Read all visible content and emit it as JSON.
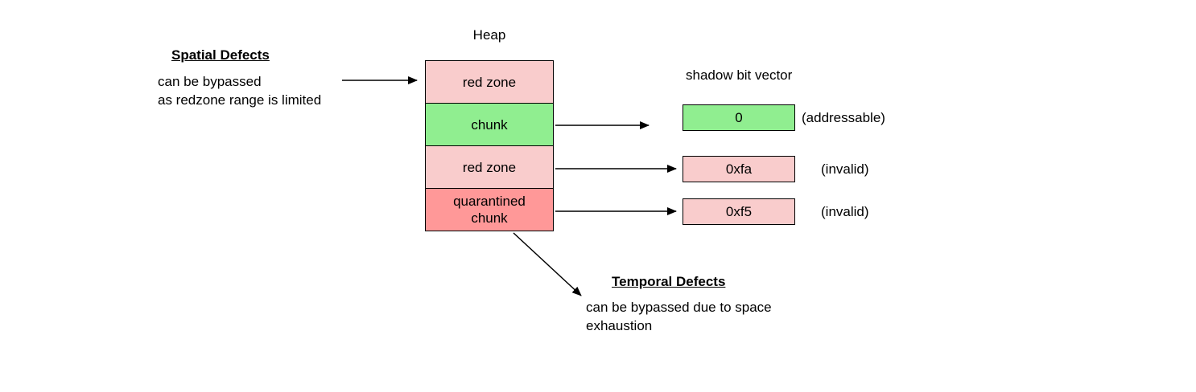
{
  "spatial": {
    "title": "Spatial Defects",
    "body_line1": "can be bypassed",
    "body_line2": "as redzone range is limited"
  },
  "heap": {
    "title": "Heap",
    "blocks": [
      {
        "label": "red zone",
        "fill": "#f9cccc"
      },
      {
        "label": "chunk",
        "fill": "#90ee90"
      },
      {
        "label": "red zone",
        "fill": "#f9cccc"
      },
      {
        "label": "quarantined chunk",
        "fill": "#ff9898"
      }
    ]
  },
  "shadow": {
    "title": "shadow bit vector",
    "entries": [
      {
        "value": "0",
        "fill": "#90ee90",
        "note": "(addressable)"
      },
      {
        "value": "0xfa",
        "fill": "#f9cccc",
        "note": "(invalid)"
      },
      {
        "value": "0xf5",
        "fill": "#f9cccc",
        "note": "(invalid)"
      }
    ]
  },
  "temporal": {
    "title": "Temporal Defects",
    "body_line1": "can be bypassed due to space",
    "body_line2": "exhaustion"
  },
  "colors": {
    "stroke": "#000000",
    "background": "#ffffff"
  }
}
